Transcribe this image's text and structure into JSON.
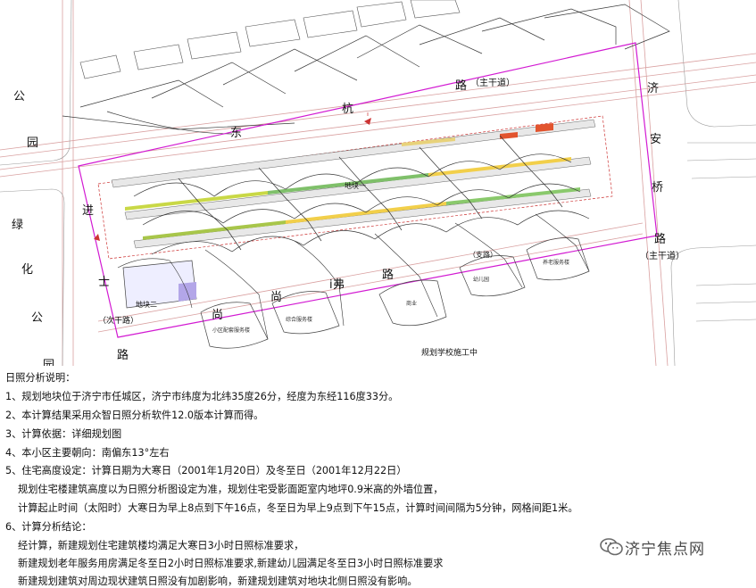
{
  "plan": {
    "road_labels": {
      "gong_yuan_lv_hua": [
        "公",
        "园",
        "绿",
        "化",
        "公",
        "园"
      ],
      "dong_hang_lu": [
        "东",
        "杭",
        "路"
      ],
      "zhu_gan_dao_top": "（主干道）",
      "ji_an_qiao_lu": [
        "济",
        "安",
        "桥",
        "路"
      ],
      "zhu_gan_dao_right": "（主干道）",
      "jin_shi_lu": [
        "进",
        "士",
        "路"
      ],
      "ci_gan_lu": "（次干路）",
      "shang_shang_fu_lu": [
        "尚",
        "尚",
        "i",
        "弗",
        "路"
      ],
      "zhi_lu": "（支路）"
    },
    "plot_labels": {
      "plot_one": "地块一",
      "plot_two": "地块二",
      "school": "规划学校施工中"
    }
  },
  "notes": {
    "heading": "日照分析说明：",
    "items": [
      "1、规划地块位于济宁市任城区，济宁市纬度为北纬35度26分，经度为东经116度33分。",
      "2、本计算结果采用众智日照分析软件12.0版本计算而得。",
      "3、计算依据：详细规划图",
      "4、本小区主要朝向：南偏东13°左右",
      "5、住宅高度设定：计算日期为大寒日（2001年1月20日）及冬至日（2001年12月22日）",
      "规划住宅楼建筑高度以为日照分析图设定为准，规划住宅受影面距室内地坪0.9米高的外墙位置，",
      "计算起止时间（太阳时）大寒日为早上8点到下午16点，冬至日为早上9点到下午15点，计算时间间隔为5分钟，网格间距1米。",
      "6、计算分析结论：",
      "经计算，新建规划住宅建筑楼均满足大寒日3小时日照标准要求，",
      "新建规划老年服务用房满足冬至日2小时日照标准要求,新建幼儿园满足冬至日3小时日照标准要求",
      "新建规划建筑对周边现状建筑日照没有加剧影响，新建规划建筑对地块北侧日照没有影响。"
    ]
  },
  "watermark": {
    "text": "济宁焦点网",
    "icon": "wechat-icon"
  },
  "colors": {
    "boundary": "#d21ad2",
    "road_line": "#d88a8a",
    "shadow_line": "#3a3a3a",
    "building_fill": "#dcdcdc"
  }
}
